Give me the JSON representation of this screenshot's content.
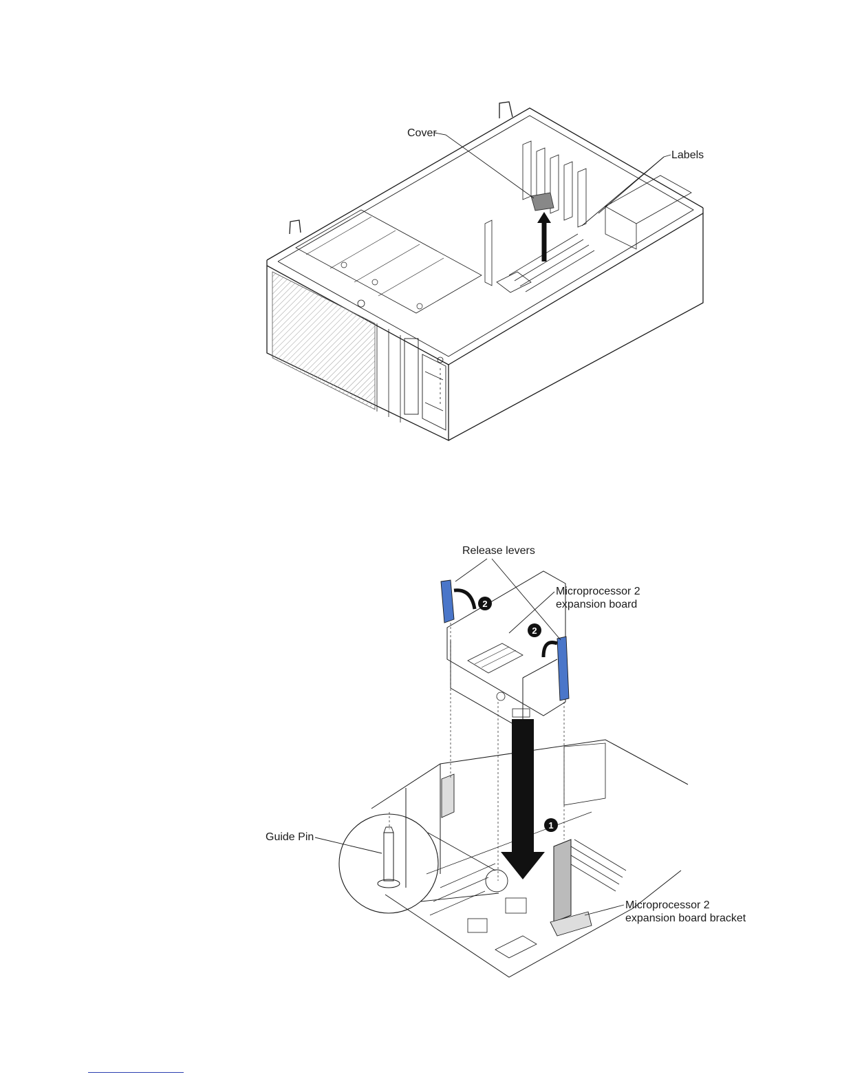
{
  "figure1": {
    "callouts": {
      "cover": "Cover",
      "labels": "Labels"
    }
  },
  "figure2": {
    "callouts": {
      "release_levers": "Release levers",
      "mp_board_line1": "Microprocessor 2",
      "mp_board_line2": "expansion board",
      "guide_pin": "Guide Pin",
      "bracket_line1": "Microprocessor 2",
      "bracket_line2": "expansion  board bracket"
    },
    "step_markers": [
      "1",
      "2",
      "2"
    ]
  },
  "colors": {
    "line": "#1a1a1a",
    "lever_blue": "#4a76c9",
    "footer_rule": "#2a3fb0"
  }
}
